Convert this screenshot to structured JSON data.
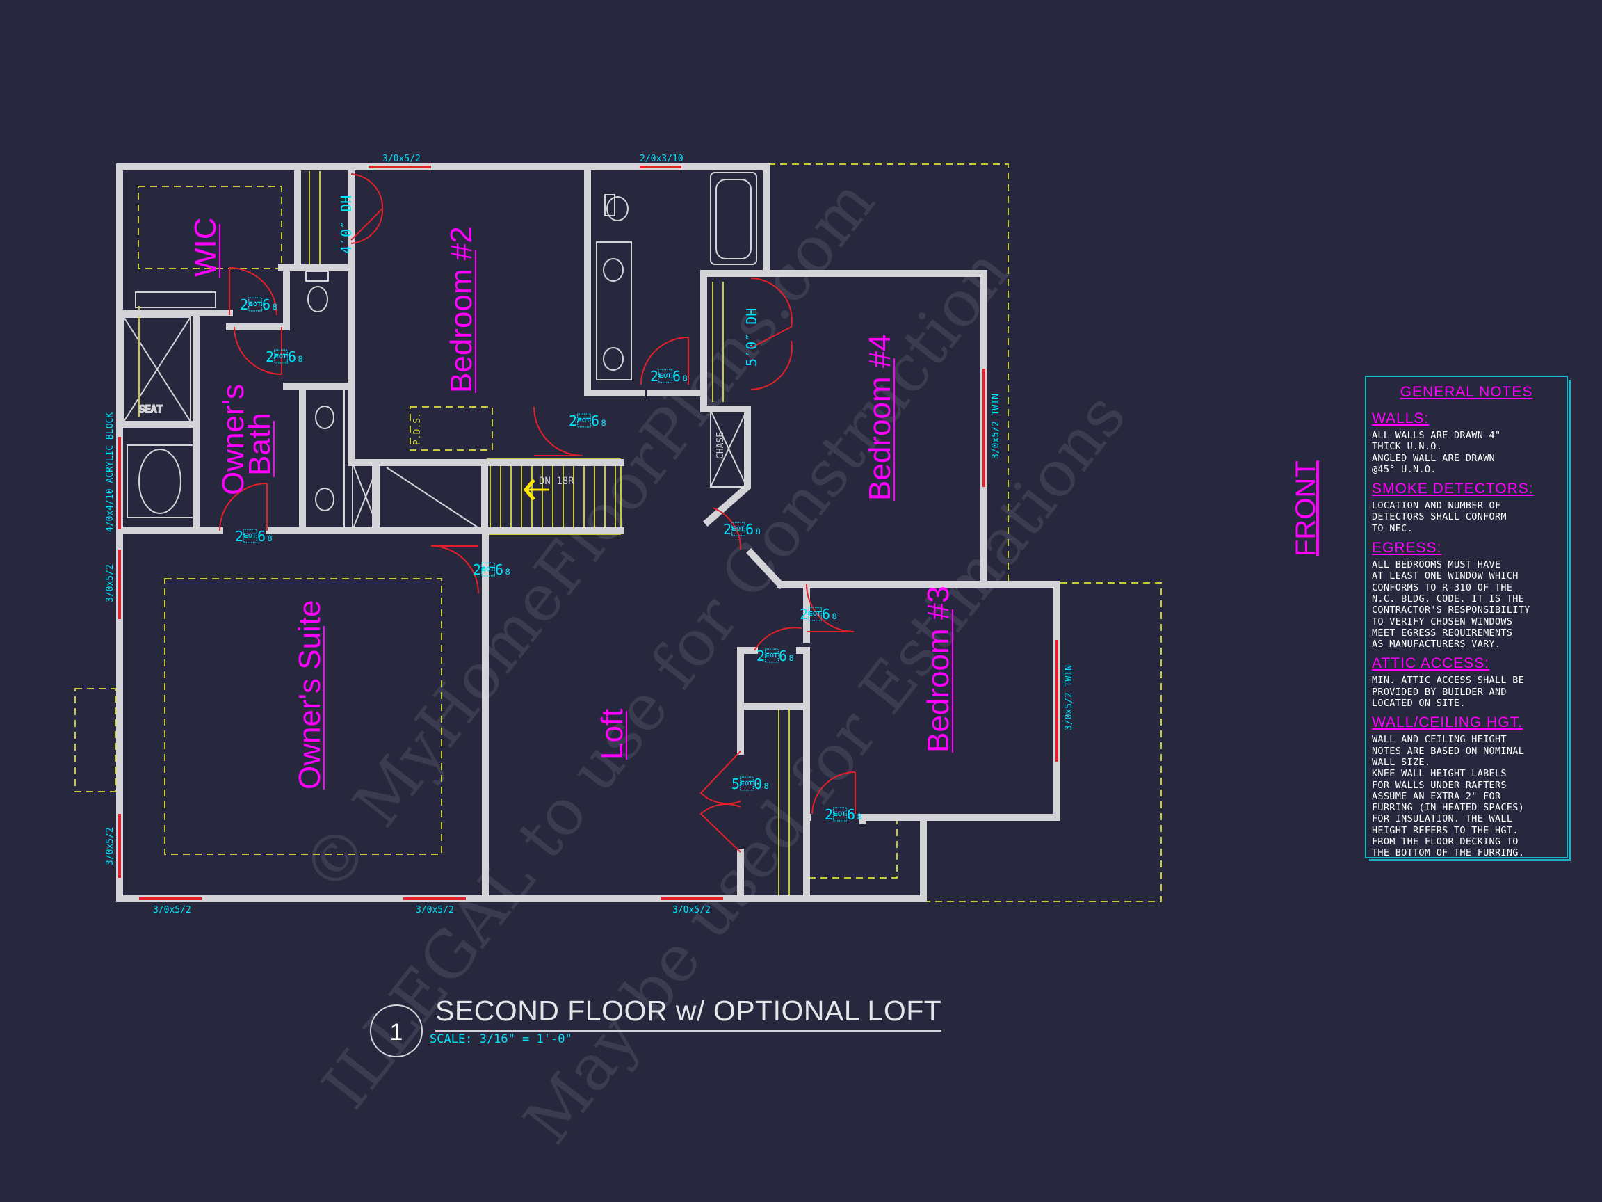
{
  "rooms": {
    "wic": "WIC",
    "bedroom2": "Bedroom #2",
    "owners_bath_line1": "Owner's",
    "owners_bath_line2": "Bath",
    "bedroom4": "Bedroom #4",
    "bedroom3": "Bedroom #3",
    "owners_suite": "Owner's Suite",
    "loft": "Loft"
  },
  "windows": {
    "top_left": "3/0x5/2",
    "top_mid": "2/0x3/10",
    "left_bath": "4/0x4/10 ACRYLIC BLOCK",
    "left_suite_upper": "3/0x5/2",
    "left_suite_lower": "3/0x5/2",
    "bottom_1": "3/0x5/2",
    "bottom_2": "3/0x5/2",
    "bottom_3": "3/0x5/2",
    "bed4_right": "3/0x5/2 TWIN",
    "bed3_right": "3/0x5/2 TWIN"
  },
  "doors": {
    "wic": "2\u00046₈",
    "wc": "2\u00046₈",
    "bath": "2\u00046₈",
    "bed2": "2\u00046₈",
    "hallbath": "2\u00046₈",
    "suite": "2\u00046₈",
    "bed4": "2\u00046₈",
    "bed3": "2\u00046₈",
    "loft_closet": "2\u00046₈",
    "bed3_closet": "2\u00046₈",
    "dh_bed2": "4′0″ DH",
    "dh_bed4": "5′0″ DH",
    "linen": "5\u00040₈"
  },
  "labels": {
    "seat": "SEAT",
    "chase": "CHASE",
    "dn": "DN 18R",
    "pds": "P.D.S."
  },
  "front": "FRONT",
  "title": {
    "number": "1",
    "text": "SECOND FLOOR w/ OPTIONAL LOFT",
    "scale": "SCALE: 3/16\" = 1'-0\""
  },
  "notes": {
    "heading": "GENERAL NOTES",
    "sections": [
      {
        "title": "WALLS:",
        "lines": [
          "ALL WALLS ARE DRAWN 4\"",
          "THICK U.N.O.",
          "ANGLED WALL ARE DRAWN",
          "@45° U.N.O."
        ]
      },
      {
        "title": "SMOKE DETECTORS:",
        "lines": [
          "LOCATION AND NUMBER OF",
          "DETECTORS SHALL CONFORM",
          "TO NEC."
        ]
      },
      {
        "title": "EGRESS:",
        "lines": [
          "ALL BEDROOMS MUST HAVE",
          "AT LEAST ONE WINDOW WHICH",
          "CONFORMS TO R-310 OF THE",
          "N.C. BLDG. CODE. IT IS THE",
          "CONTRACTOR'S RESPONSIBILITY",
          "TO VERIFY CHOSEN WINDOWS",
          "MEET EGRESS REQUIREMENTS",
          "AS MANUFACTURERS VARY."
        ]
      },
      {
        "title": "ATTIC ACCESS:",
        "lines": [
          "MIN. ATTIC ACCESS SHALL BE",
          "PROVIDED BY BUILDER AND",
          "LOCATED ON SITE."
        ]
      },
      {
        "title": "WALL/CEILING HGT.",
        "lines": [
          "WALL AND CEILING HEIGHT",
          "NOTES ARE BASED ON NOMINAL",
          "WALL SIZE.",
          "KNEE WALL HEIGHT LABELS",
          "FOR WALLS UNDER RAFTERS",
          "ASSUME AN EXTRA 2\" FOR",
          "FURRING (IN HEATED SPACES)",
          "FOR INSULATION. THE WALL",
          "HEIGHT REFERS TO THE HGT.",
          "FROM THE FLOOR DECKING TO",
          "THE BOTTOM OF THE FURRING."
        ]
      }
    ]
  },
  "watermark": {
    "line1": "© MyHomeFloorPlans.com",
    "line2": "ILLEGAL to use for Construction",
    "line3": "May be used for Estimations"
  },
  "colors": {
    "background": "#27283d",
    "room_label": "#ff00ff",
    "dimension": "#00e5ff",
    "wall": "#d4d4d8",
    "door_window": "#e2202a",
    "dashed_outline": "#c4c83a",
    "notes_border": "#19b7c6"
  }
}
